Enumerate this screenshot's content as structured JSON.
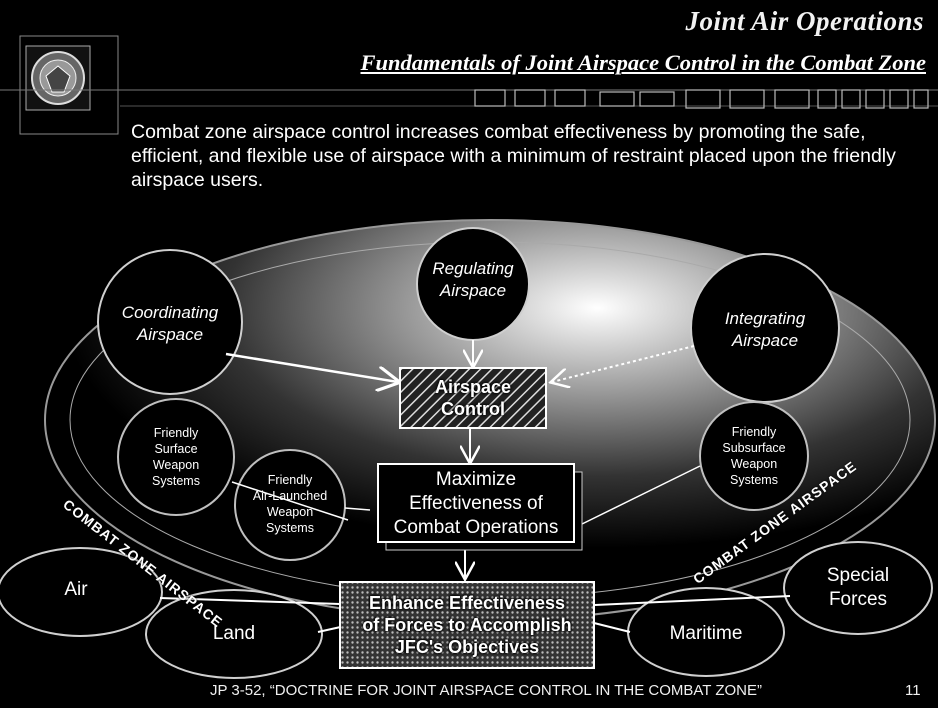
{
  "header": {
    "title": "Joint Air Operations",
    "subtitle": "Fundamentals of Joint Airspace Control in the Combat Zone"
  },
  "intro": "Combat zone airspace control increases combat effectiveness by promoting the safe, efficient, and flexible use of airspace with a minimum of restraint placed upon the friendly airspace users.",
  "diagram": {
    "regulating": [
      "Regulating",
      "Airspace"
    ],
    "coordinating": [
      "Coordinating",
      "Airspace"
    ],
    "integrating": [
      "Integrating",
      "Airspace"
    ],
    "airspace_control": [
      "Airspace",
      "Control"
    ],
    "friendly_surface": [
      "Friendly",
      "Surface",
      "Weapon",
      "Systems"
    ],
    "friendly_air_launched": [
      "Friendly",
      "Air-Launched",
      "Weapon",
      "Systems"
    ],
    "friendly_subsurface": [
      "Friendly",
      "Subsurface",
      "Weapon",
      "Systems"
    ],
    "maximize": [
      "Maximize",
      "Effectiveness of",
      "Combat Operations"
    ],
    "enhance": [
      "Enhance Effectiveness",
      "of Forces to Accomplish",
      "JFC's Objectives"
    ],
    "combat_zone_left": "COMBAT ZONE AIRSPACE",
    "combat_zone_right": "COMBAT ZONE AIRSPACE",
    "air": "Air",
    "land": "Land",
    "maritime": "Maritime",
    "special_forces": [
      "Special",
      "Forces"
    ]
  },
  "footer": {
    "reference": "JP 3-52, “DOCTRINE FOR JOINT AIRSPACE CONTROL IN THE COMBAT ZONE”",
    "page": "11"
  }
}
